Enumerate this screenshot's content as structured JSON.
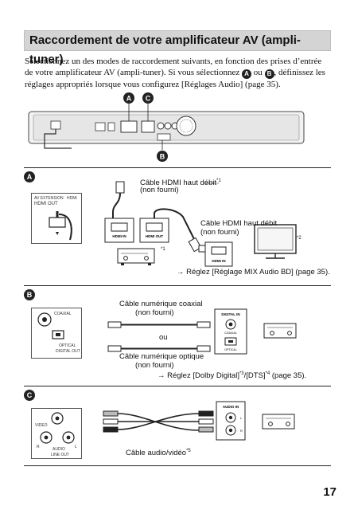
{
  "title": "Raccordement de votre amplificateur AV (ampli-tuner)",
  "intro": {
    "line1": "Sélectionnez un des modes de raccordement suivants, en fonction des prises d’entrée",
    "line2_prefix": "de votre amplificateur AV (ampli-tuner). Si vous sélectionnez",
    "line2_or": "ou",
    "line2_suffix": ", définissez les",
    "line3": "réglages appropriés lorsque vous configurez [Réglages Audio] (page 35)."
  },
  "badges": {
    "a": "A",
    "b": "B",
    "c": "C"
  },
  "section_a": {
    "thumb_label_1": "AV EXTENSION",
    "thumb_label_2": "HDMI OUT",
    "thumb_label_3": "HDMI",
    "cable1": "Câble HDMI haut débit",
    "cable1_fn": "*1",
    "cable1_sub": "(non fourni)",
    "port_hdmi_in": "HDMI IN",
    "port_hdmi_out": "HDMI OUT",
    "amp_fn": "*1",
    "cable2": "Câble HDMI haut débit",
    "cable2_sub": "(non fourni)",
    "tv_fn": "*2",
    "tv_port": "HDMI IN",
    "ref": "Réglez [Réglage MIX Audio BD] (page 35).",
    "arrow": "→"
  },
  "section_b": {
    "thumb_label_1": "COAXIAL",
    "thumb_label_2": "OPTICAL",
    "thumb_label_3": "DIGITAL OUT",
    "coax": "Câble numérique coaxial",
    "coax_sub": "(non fourni)",
    "or": "ou",
    "optical": "Câble numérique optique",
    "optical_sub": "(non fourni)",
    "port_title": "DIGITAL IN",
    "port_coax": "COAXIAL",
    "port_optical": "OPTICAL",
    "arrow": "→",
    "ref_1": "Réglez [Dolby Digital]",
    "ref_fn1": "*3",
    "ref_2": "/[DTS]",
    "ref_fn2": "*4",
    "ref_3": " (page 35)."
  },
  "section_c": {
    "thumb_label_1": "VIDEO",
    "thumb_label_2": "AUDIO",
    "thumb_label_3": "LINE OUT",
    "thumb_label_r": "R",
    "thumb_label_l": "L",
    "port_title": "AUDIO IN",
    "port_l": "L",
    "port_r": "R",
    "cable": "Câble audio/vidéo",
    "cable_fn": "*5"
  },
  "page_number": "17",
  "colors": {
    "title_bg": "#d4d4d4",
    "badge": "#222222"
  }
}
